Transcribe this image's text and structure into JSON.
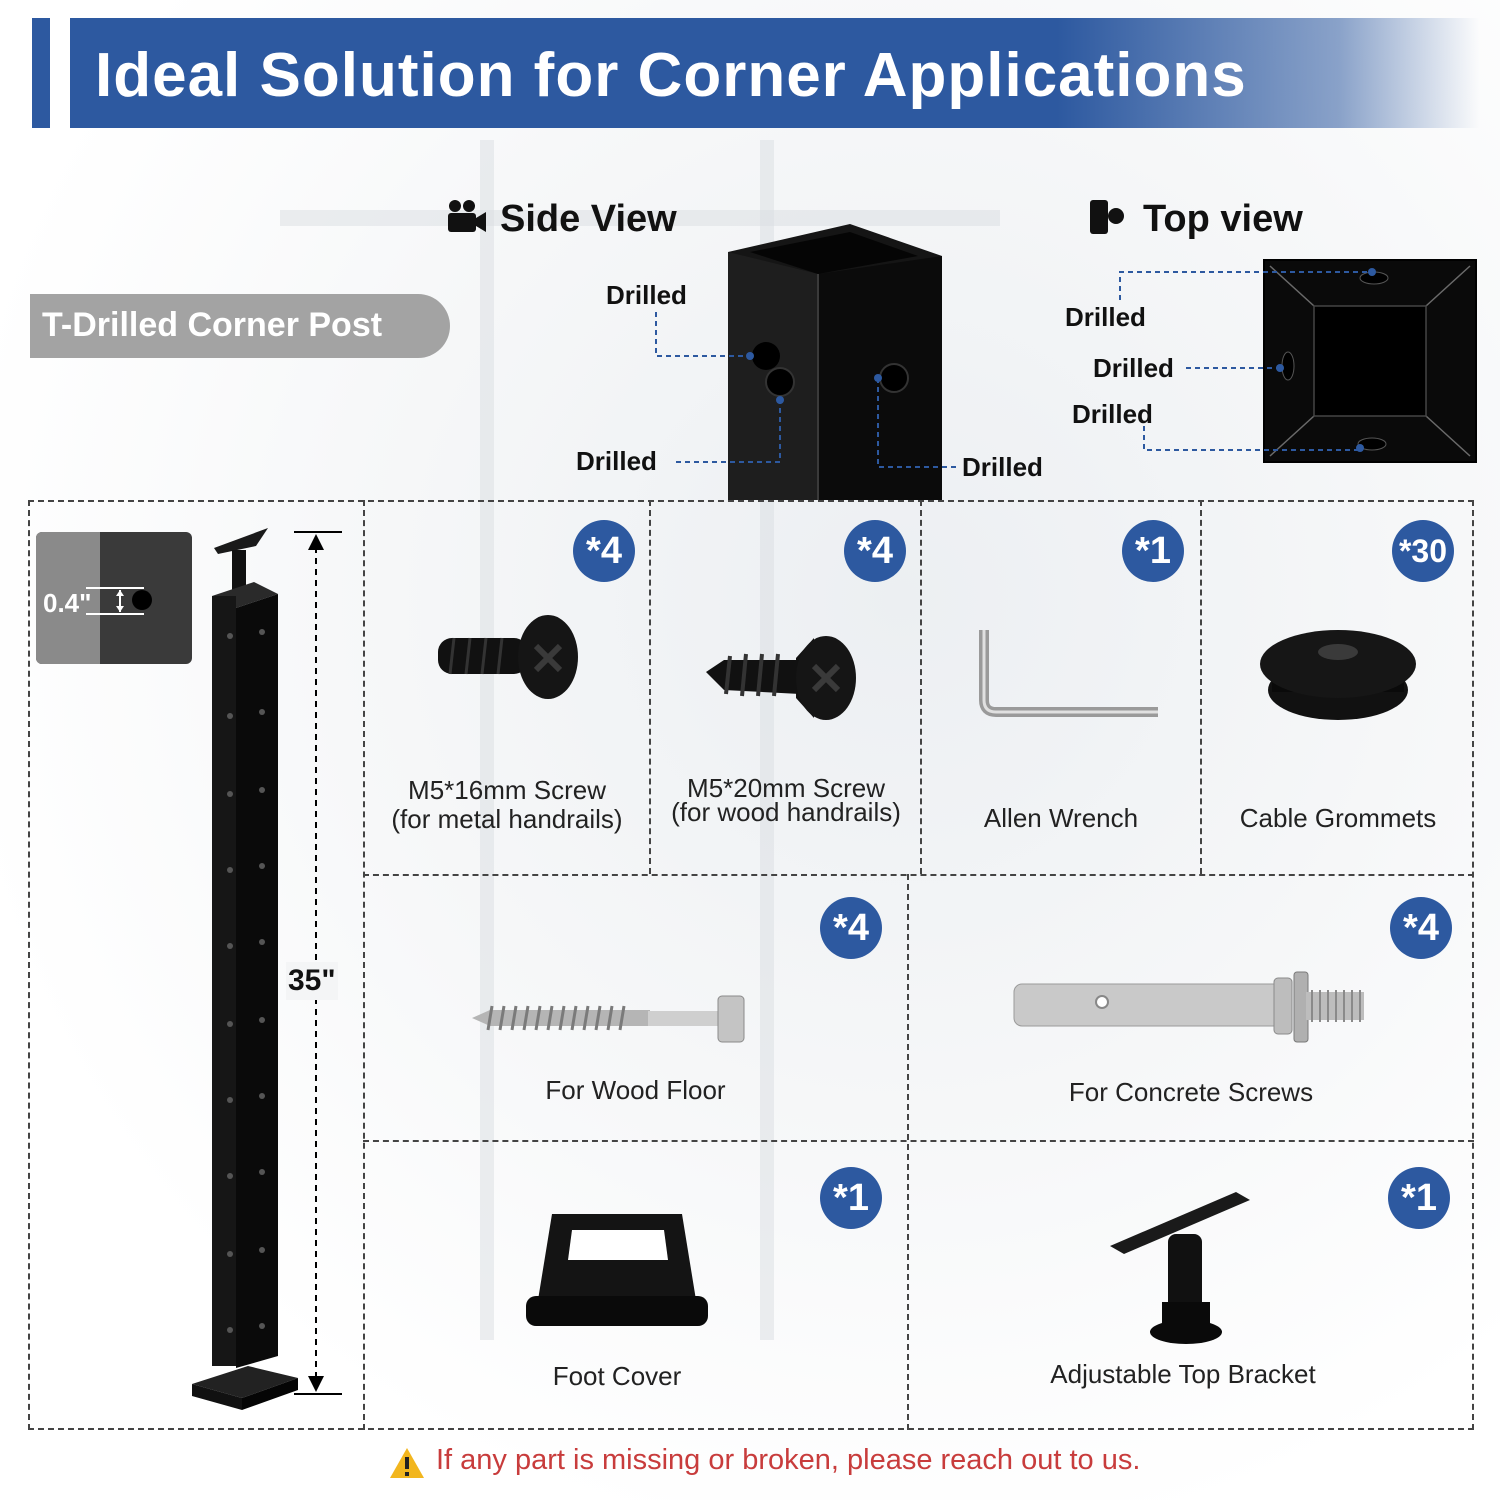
{
  "header": {
    "title": "Ideal Solution for Corner Applications"
  },
  "views": {
    "side_title": "Side View",
    "top_title": "Top view",
    "drilled_label": "Drilled"
  },
  "post": {
    "name": "T-Drilled Corner Post",
    "hole_spacing": "0.4\"",
    "height": "35\""
  },
  "items": [
    {
      "qty": "*4",
      "caption_line1": "M5*16mm Screw",
      "caption_line2": "(for metal handrails)",
      "icon": "metal-screw"
    },
    {
      "qty": "*4",
      "caption_line1": "M5*20mm Screw",
      "caption_line2": "(for wood handrails)",
      "icon": "wood-screw"
    },
    {
      "qty": "*1",
      "caption_line1": "Allen Wrench",
      "icon": "allen-wrench"
    },
    {
      "qty": "*30",
      "caption_line1": "Cable Grommets",
      "icon": "grommet"
    },
    {
      "qty": "*4",
      "caption_line1": "For Wood Floor",
      "icon": "lag-screw"
    },
    {
      "qty": "*4",
      "caption_line1": "For Concrete Screws",
      "icon": "anchor-bolt"
    },
    {
      "qty": "*1",
      "caption_line1": "Foot Cover",
      "icon": "foot-cover"
    },
    {
      "qty": "*1",
      "caption_line1": "Adjustable Top Bracket",
      "icon": "top-bracket"
    }
  ],
  "footer": {
    "notice": "If any part is missing or broken, please reach out to us.",
    "icon": "warning-icon"
  },
  "colors": {
    "brand_blue": "#2d59a0",
    "warning_red": "#c83c3c",
    "post_black": "#111111"
  }
}
